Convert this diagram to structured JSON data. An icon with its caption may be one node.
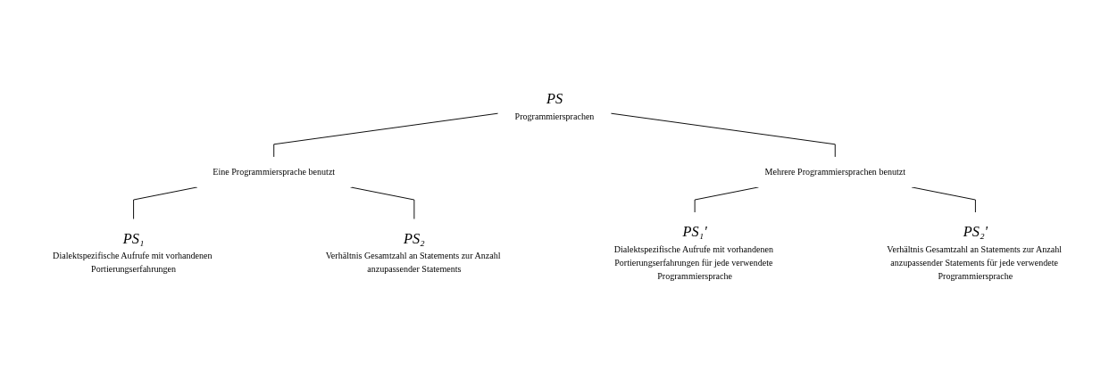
{
  "diagram": {
    "nodes": [
      {
        "text": [
          "PS",
          "Programmiersprachen"
        ]
      },
      {
        "text": [
          "Eine Programmiersprache benutzt"
        ]
      },
      {
        "text": [
          "Mehrere Programmiersprachen benutzt"
        ]
      },
      {
        "text": [
          "PS₁",
          "Dialektspezifische Aufrufe mit vorhandenen Portierungserfahrungen"
        ]
      },
      {
        "text": [
          "PS₂",
          "Verhältnis Gesamtzahl an Statements zur Anzahl anzupassender Statements"
        ]
      },
      {
        "text": [
          "PS₁'",
          "Dialektspezifische Aufrufe mit vorhandenen Portierungserfahrungen für jede verwendete Programmiersprache"
        ]
      },
      {
        "text": [
          "PS₂'",
          "Verhältnis Gesamtzahl an Statements zur Anzahl anzupassender Statements für jede verwendete Programmiersprache"
        ]
      }
    ],
    "edges": [
      {
        "from": 0,
        "to": 1,
        "arrow": "none"
      },
      {
        "from": 0,
        "to": 2,
        "arrow": "none"
      },
      {
        "from": 1,
        "to": 3,
        "arrow": "none"
      },
      {
        "from": 1,
        "to": 4,
        "arrow": "none"
      },
      {
        "from": 2,
        "to": 5,
        "arrow": "none"
      },
      {
        "from": 2,
        "to": 6,
        "arrow": "none"
      }
    ]
  }
}
